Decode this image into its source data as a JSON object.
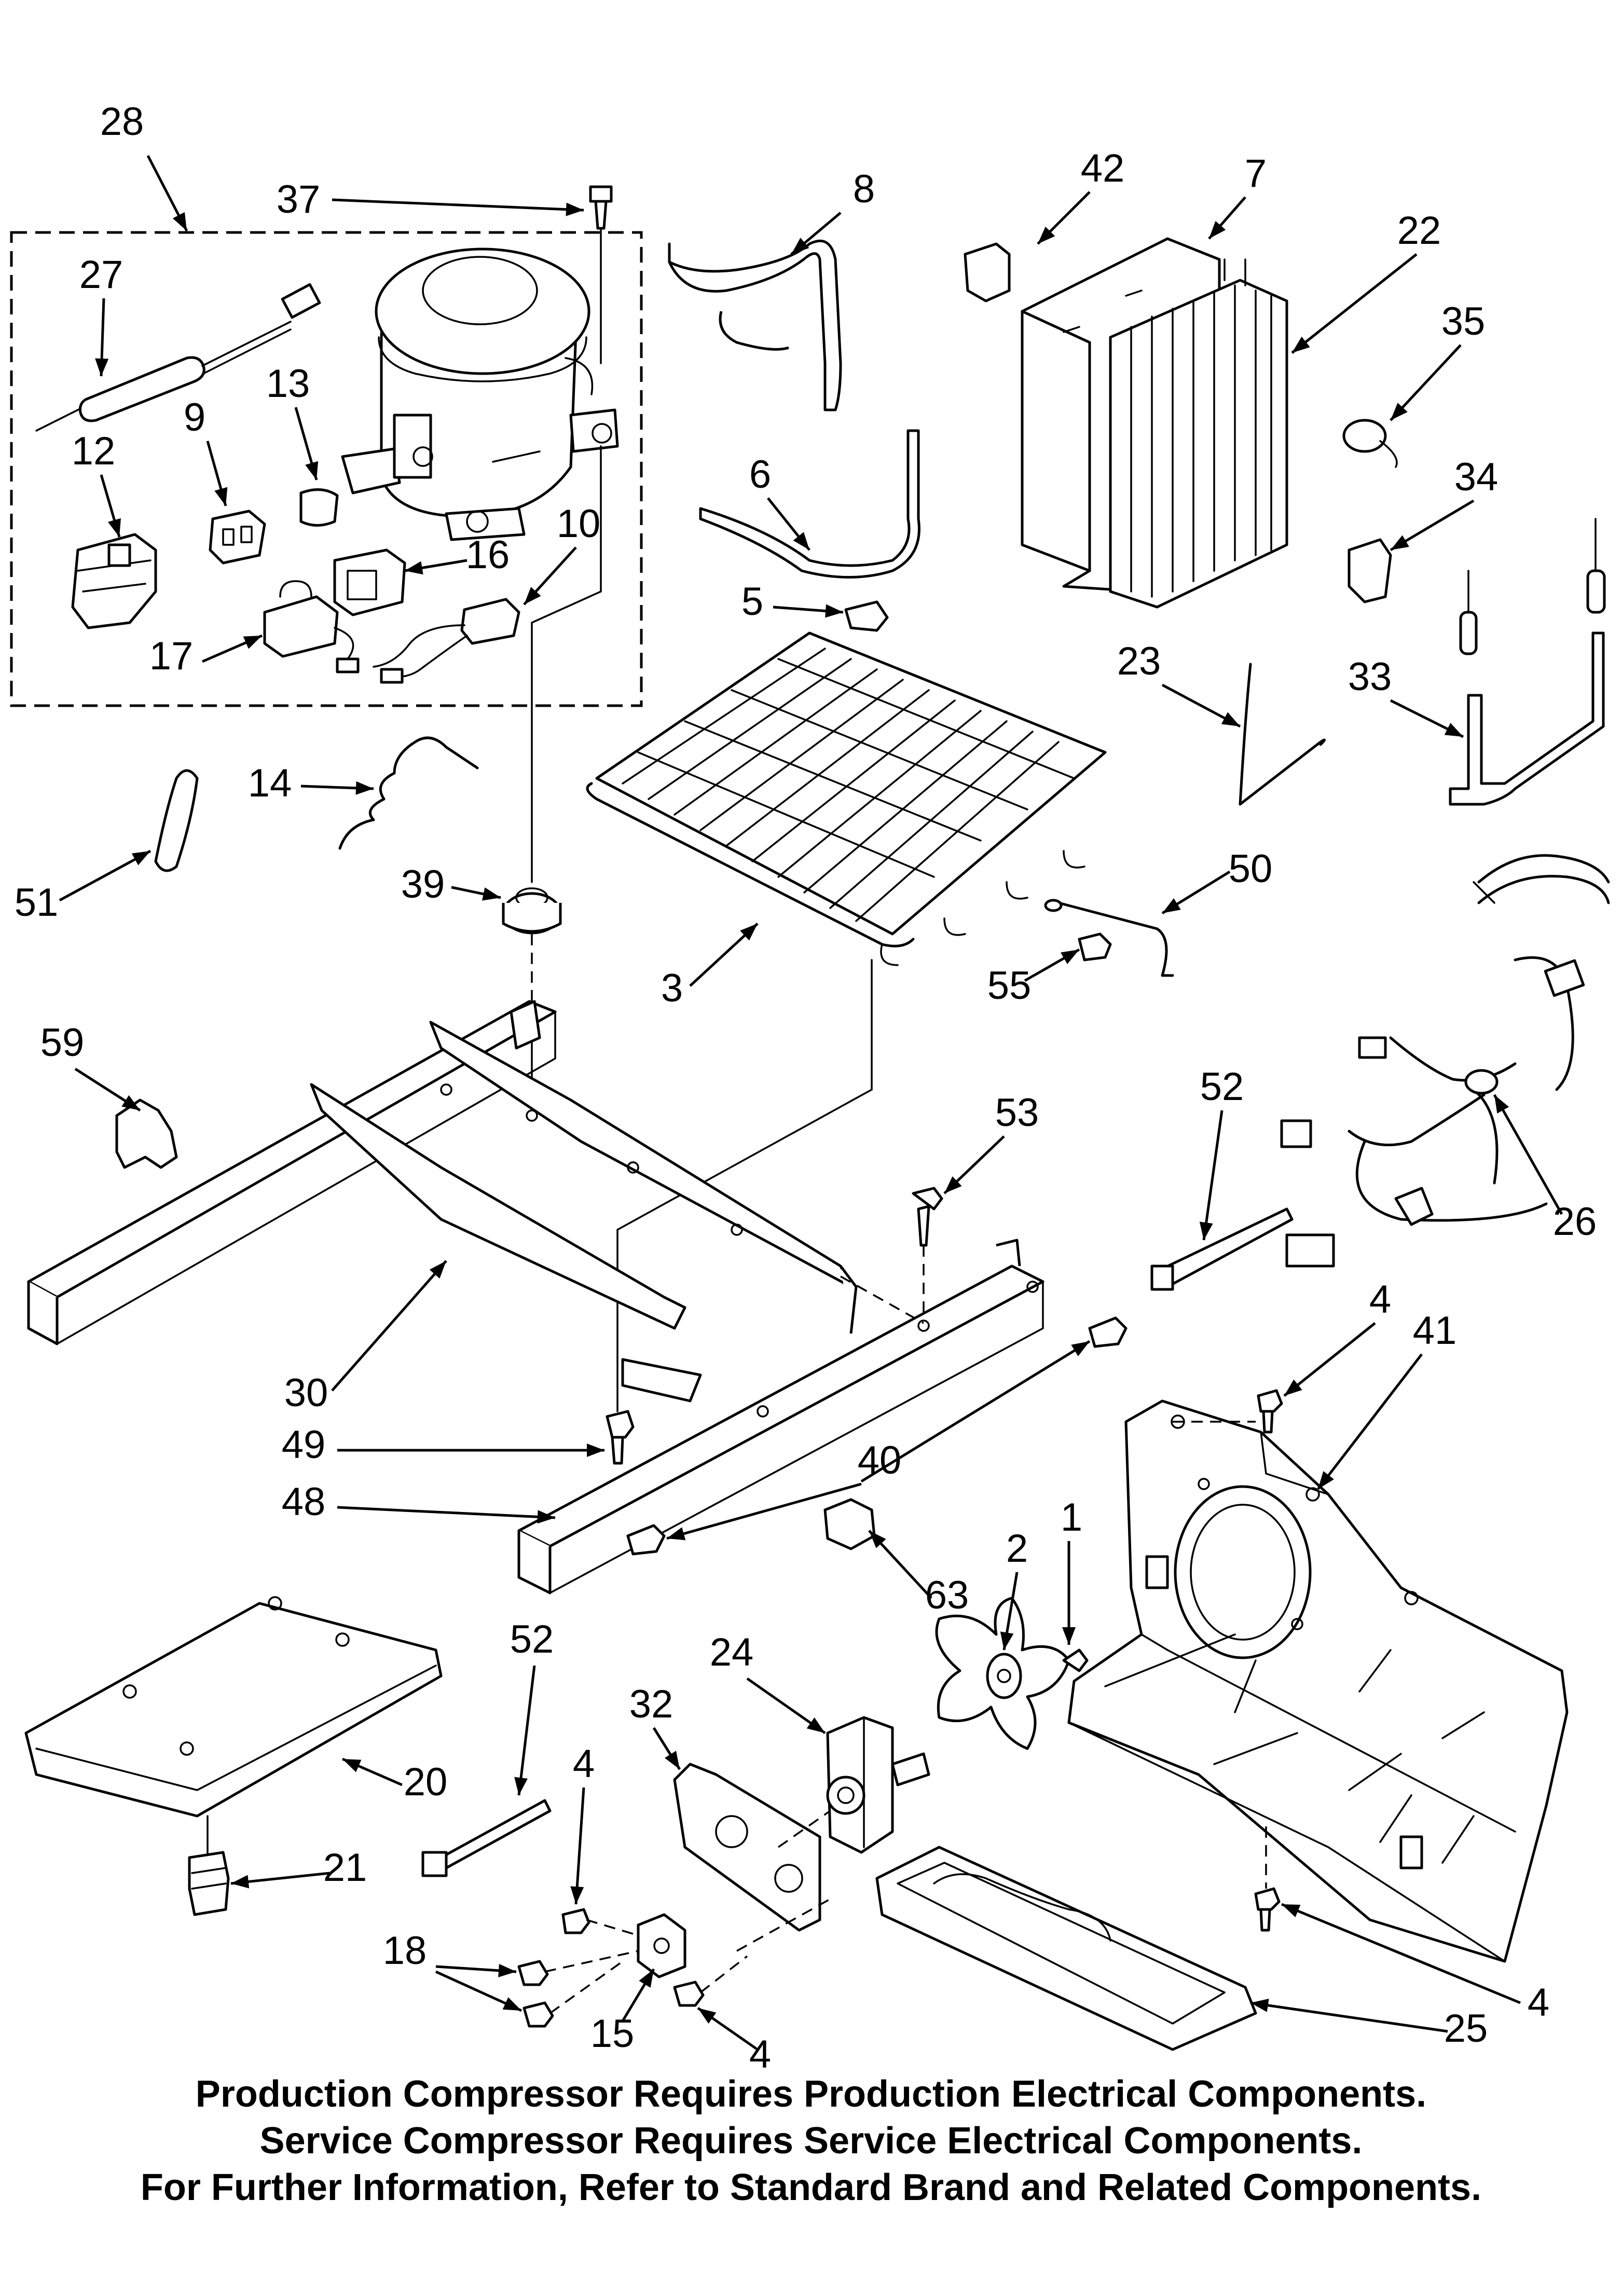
{
  "callouts": {
    "c28": "28",
    "c37": "37",
    "c8": "8",
    "c42": "42",
    "c7": "7",
    "c22": "22",
    "c27": "27",
    "c13": "13",
    "c9": "9",
    "c12": "12",
    "c16": "16",
    "c10": "10",
    "c17": "17",
    "c6": "6",
    "c5": "5",
    "c35": "35",
    "c34": "34",
    "c23": "23",
    "c33": "33",
    "c14": "14",
    "c51": "51",
    "c39": "39",
    "c3": "3",
    "c50": "50",
    "c55": "55",
    "c59": "59",
    "c52a": "52",
    "c53": "53",
    "c26": "26",
    "c30": "30",
    "c4a": "4",
    "c41": "41",
    "c49": "49",
    "c40": "40",
    "c48": "48",
    "c63": "63",
    "c1": "1",
    "c2": "2",
    "c24": "24",
    "c52b": "52",
    "c32": "32",
    "c20": "20",
    "c4b": "4",
    "c21": "21",
    "c18": "18",
    "c15": "15",
    "c4c": "4",
    "c4d": "4",
    "c25": "25"
  },
  "footnotes": {
    "line1": "Production Compressor Requires Production Electrical Components.",
    "line2": "Service Compressor Requires Service Electrical Components.",
    "line3": "For Further Information, Refer to Standard Brand and Related Components."
  }
}
